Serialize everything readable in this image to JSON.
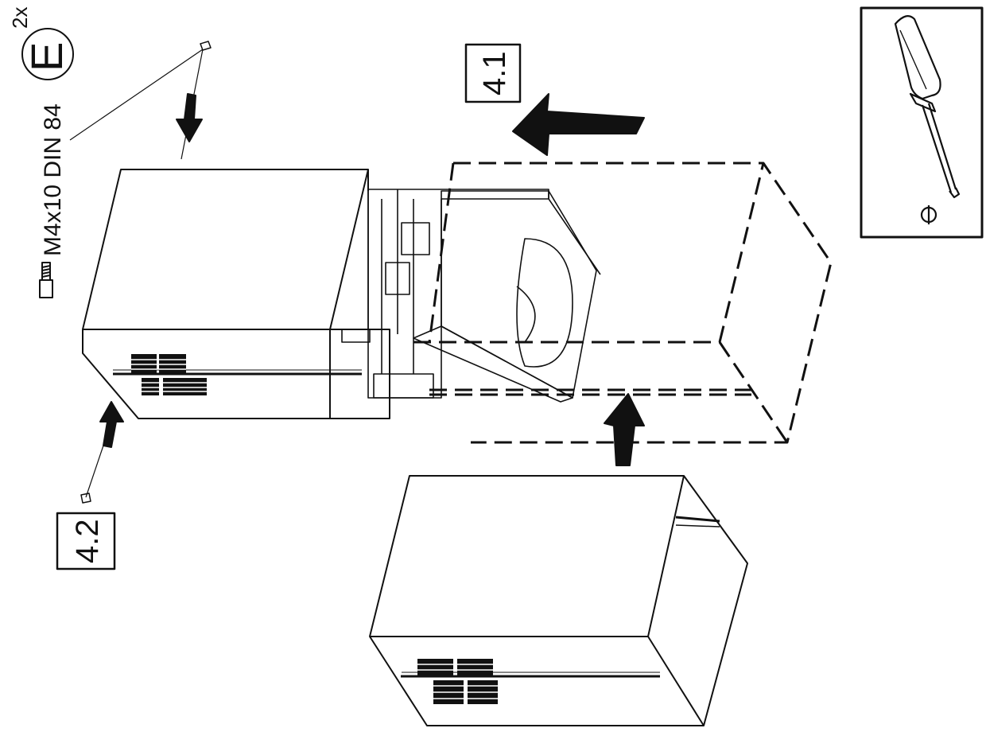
{
  "screw_spec": "M4x10 DIN 84",
  "part_letter": "E",
  "quantity": "2x",
  "steps": [
    "4.1",
    "4.2"
  ],
  "tool": {
    "icon": "flat-screwdriver-icon",
    "tip_symbol": "⊖"
  },
  "colors": {
    "line": "#111111",
    "background": "#ffffff"
  }
}
